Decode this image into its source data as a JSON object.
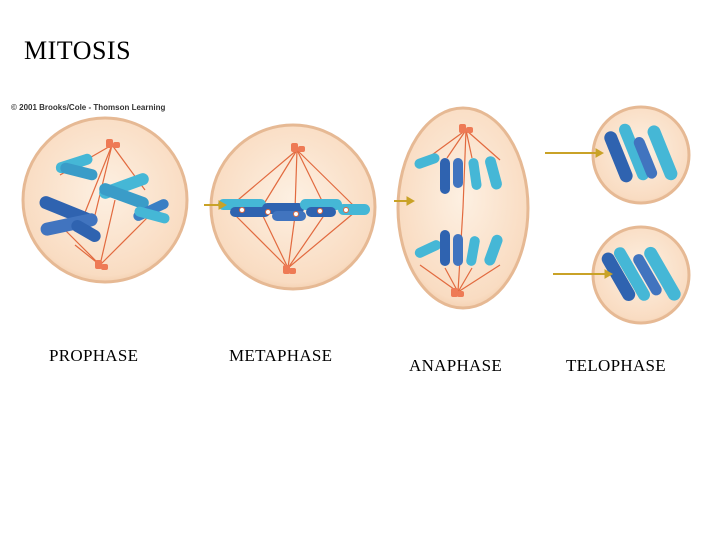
{
  "title": "MITOSIS",
  "credit": "© 2001 Brooks/Cole - Thomson Learning",
  "phases": {
    "prophase": "PROPHASE",
    "metaphase": "METAPHASE",
    "anaphase": "ANAPHASE",
    "telophase": "TELOPHASE"
  },
  "colors": {
    "background": "#ffffff",
    "cell_fill": "#fbe3cc",
    "cell_outline": "#e2b58f",
    "spindle": "#e26a3f",
    "centrosome": "#ee7a55",
    "chromosome_dark": "#2f63b0",
    "chromosome_light": "#45b7d6",
    "arrow": "#c9a227"
  }
}
